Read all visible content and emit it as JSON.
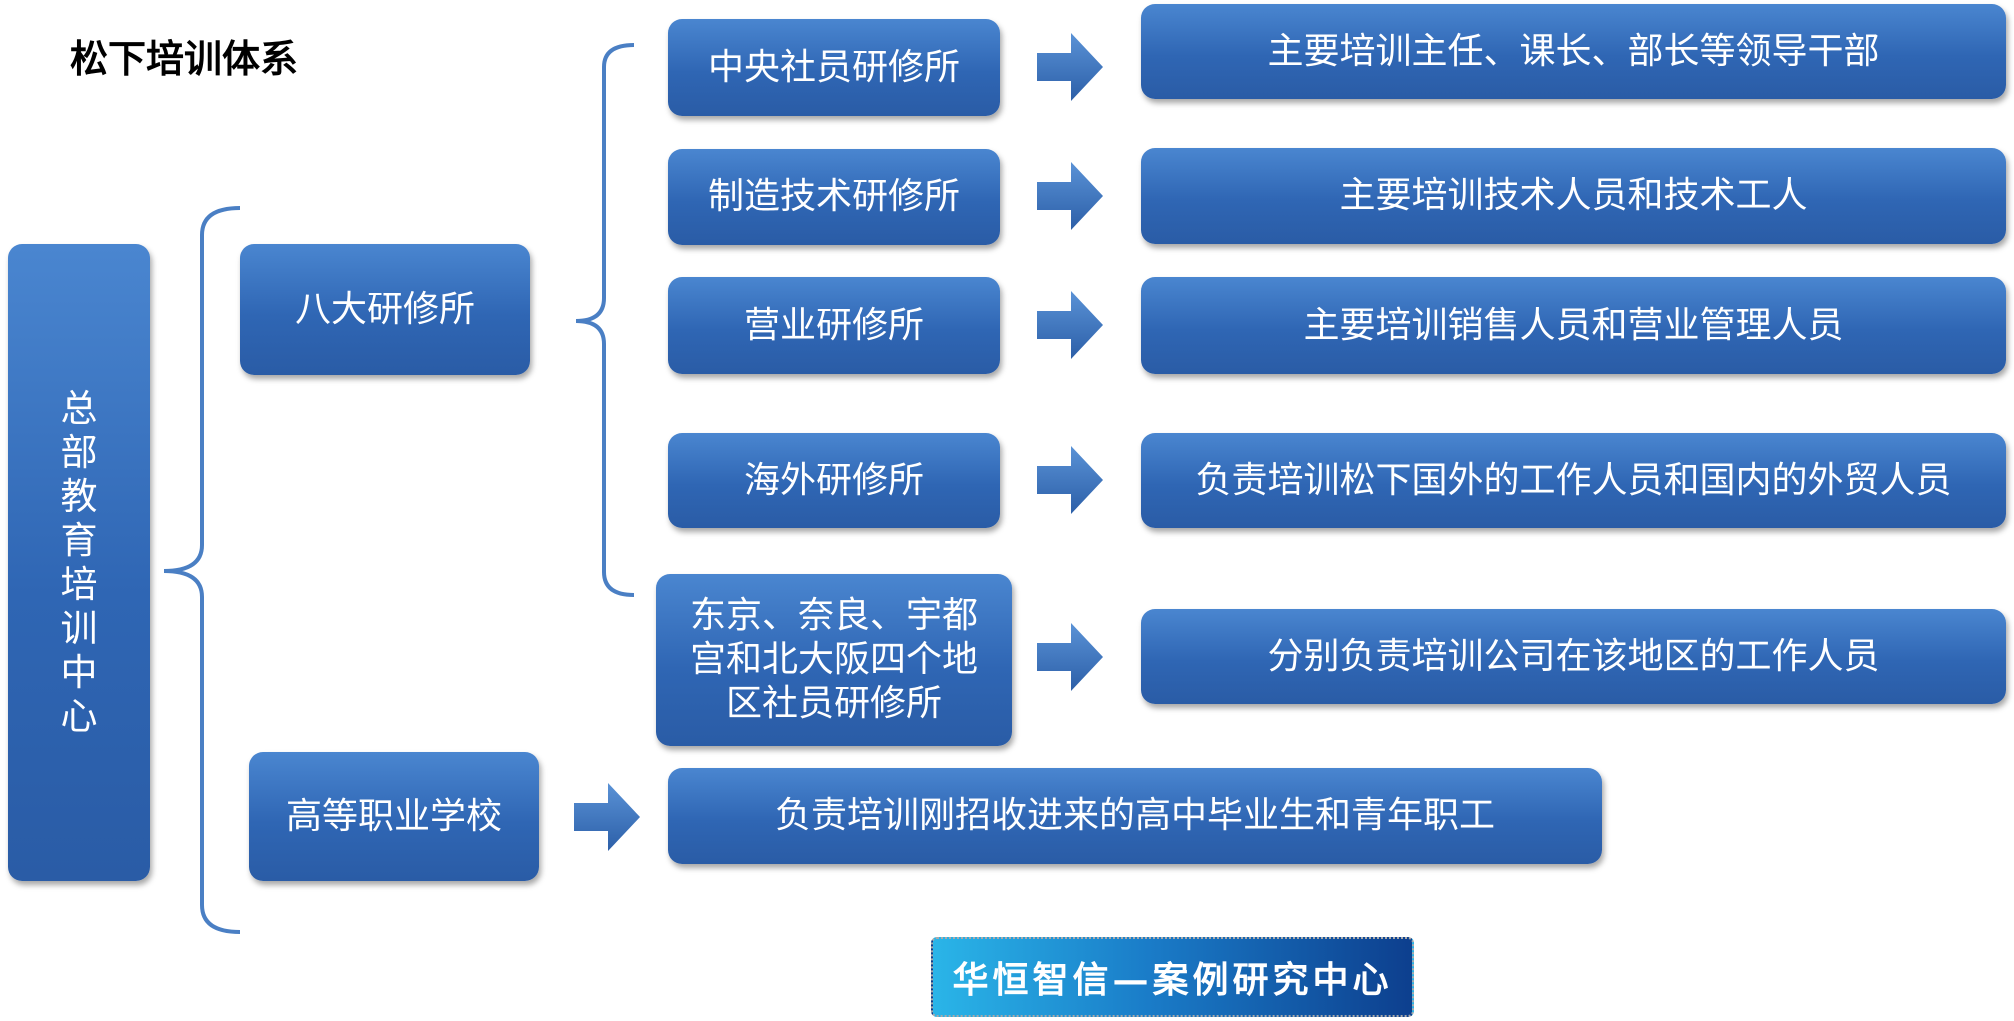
{
  "title": "松下培训体系",
  "root": {
    "chars": [
      "总",
      "部",
      "教",
      "育",
      "培",
      "训",
      "中",
      "心"
    ]
  },
  "branches": [
    {
      "label": "八大研修所"
    },
    {
      "label": "高等职业学校",
      "description": "负责培训刚招收进来的高中毕业生和青年职工"
    }
  ],
  "institutes": [
    {
      "label": "中央社员研修所",
      "description": "主要培训主任、课长、部长等领导干部"
    },
    {
      "label": "制造技术研修所",
      "description": "主要培训技术人员和技术工人"
    },
    {
      "label": "营业研修所",
      "description": "主要培训销售人员和营业管理人员"
    },
    {
      "label": "海外研修所",
      "description": "负责培训松下国外的工作人员和国内的外贸人员"
    },
    {
      "label": "东京、奈良、宇都宫和北大阪四个地区社员研修所",
      "description": "分别负责培训公司在该地区的工作人员"
    }
  ],
  "footer_logo": "华恒智信—案例研究中心"
}
